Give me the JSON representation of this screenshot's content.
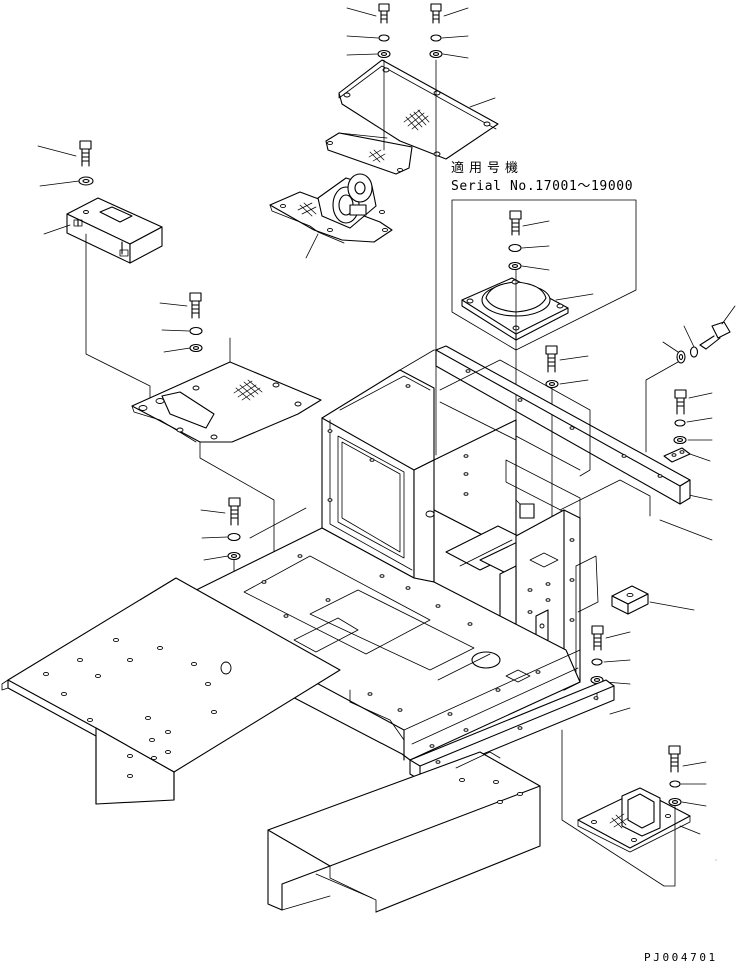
{
  "serial_note": {
    "applicable_machine_label": "適用号機",
    "serial_range": "Serial No.17001～19000"
  },
  "drawing_code": "PJ004701"
}
